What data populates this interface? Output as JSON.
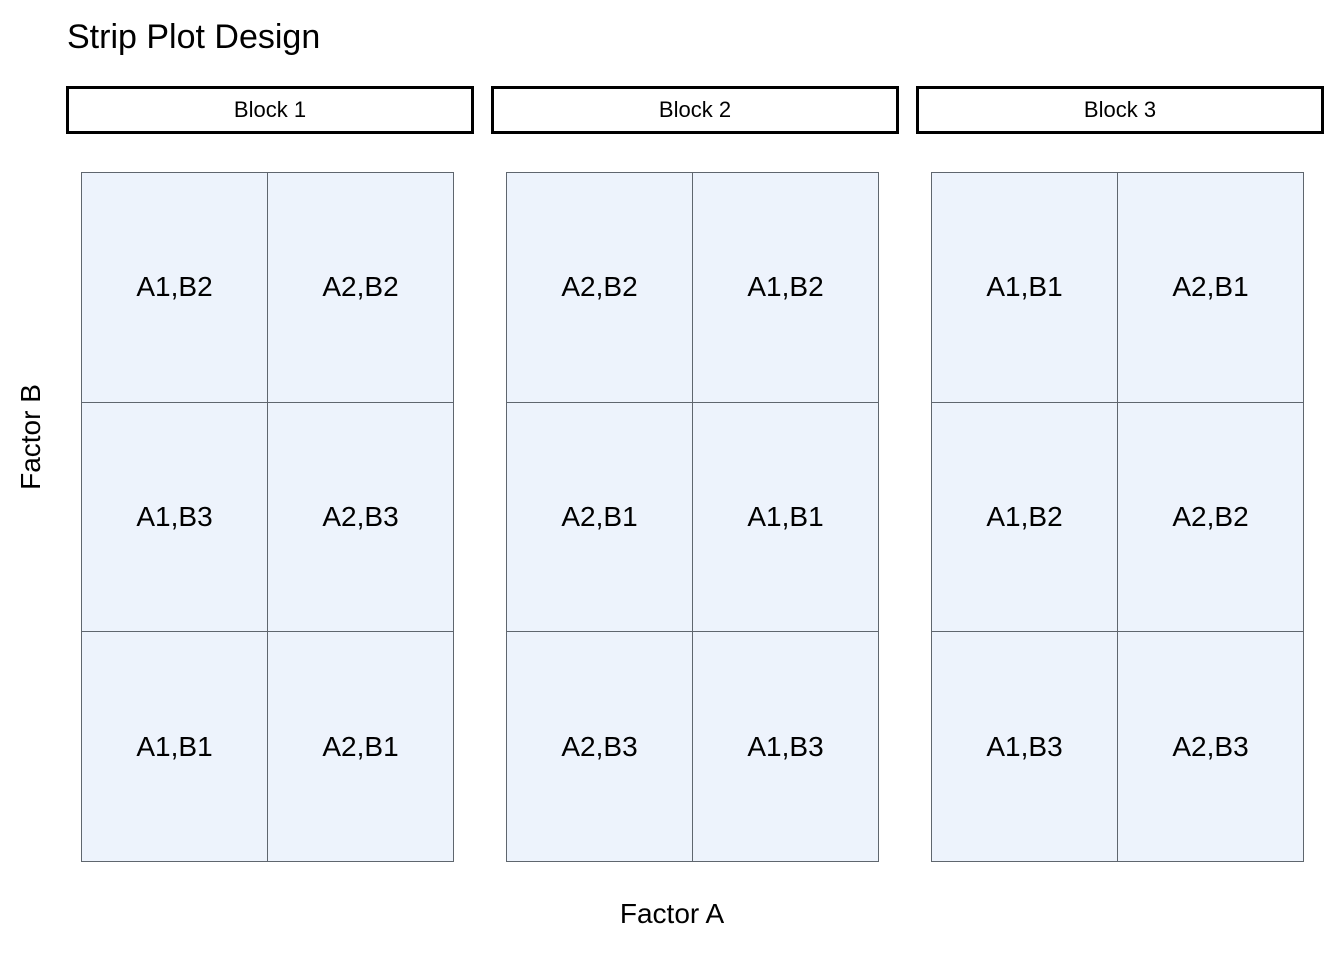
{
  "title": "Strip Plot Design",
  "axes": {
    "x_label": "Factor A",
    "y_label": "Factor B"
  },
  "colors": {
    "cell_fill": "#edf3fc",
    "cell_border": "#5f666e",
    "header_border": "#000000",
    "header_fill": "#ffffff",
    "text": "#000000",
    "background": "#ffffff"
  },
  "blocks": [
    {
      "header": "Block 1",
      "rows": [
        {
          "cells": [
            {
              "label": "A1,B2"
            },
            {
              "label": "A2,B2"
            }
          ]
        },
        {
          "cells": [
            {
              "label": "A1,B3"
            },
            {
              "label": "A2,B3"
            }
          ]
        },
        {
          "cells": [
            {
              "label": "A1,B1"
            },
            {
              "label": "A2,B1"
            }
          ]
        }
      ]
    },
    {
      "header": "Block 2",
      "rows": [
        {
          "cells": [
            {
              "label": "A2,B2"
            },
            {
              "label": "A1,B2"
            }
          ]
        },
        {
          "cells": [
            {
              "label": "A2,B1"
            },
            {
              "label": "A1,B1"
            }
          ]
        },
        {
          "cells": [
            {
              "label": "A2,B3"
            },
            {
              "label": "A1,B3"
            }
          ]
        }
      ]
    },
    {
      "header": "Block 3",
      "rows": [
        {
          "cells": [
            {
              "label": "A1,B1"
            },
            {
              "label": "A2,B1"
            }
          ]
        },
        {
          "cells": [
            {
              "label": "A1,B2"
            },
            {
              "label": "A2,B2"
            }
          ]
        },
        {
          "cells": [
            {
              "label": "A1,B3"
            },
            {
              "label": "A2,B3"
            }
          ]
        }
      ]
    }
  ],
  "chart_data": {
    "type": "table",
    "title": "Strip Plot Design",
    "xlabel": "Factor A",
    "ylabel": "Factor B",
    "grid": true,
    "legend": "none",
    "n_blocks": 3,
    "n_rows_per_block": 3,
    "n_cols_per_block": 2,
    "factor_a_levels": [
      "A1",
      "A2"
    ],
    "factor_b_levels": [
      "B1",
      "B2",
      "B3"
    ],
    "block_labels": [
      "Block 1",
      "Block 2",
      "Block 3"
    ],
    "cells": [
      {
        "block": "Block 1",
        "row": 1,
        "col": 1,
        "label": "A1,B2",
        "factor_a": "A1",
        "factor_b": "B2"
      },
      {
        "block": "Block 1",
        "row": 1,
        "col": 2,
        "label": "A2,B2",
        "factor_a": "A2",
        "factor_b": "B2"
      },
      {
        "block": "Block 1",
        "row": 2,
        "col": 1,
        "label": "A1,B3",
        "factor_a": "A1",
        "factor_b": "B3"
      },
      {
        "block": "Block 1",
        "row": 2,
        "col": 2,
        "label": "A2,B3",
        "factor_a": "A2",
        "factor_b": "B3"
      },
      {
        "block": "Block 1",
        "row": 3,
        "col": 1,
        "label": "A1,B1",
        "factor_a": "A1",
        "factor_b": "B1"
      },
      {
        "block": "Block 1",
        "row": 3,
        "col": 2,
        "label": "A2,B1",
        "factor_a": "A2",
        "factor_b": "B1"
      },
      {
        "block": "Block 2",
        "row": 1,
        "col": 1,
        "label": "A2,B2",
        "factor_a": "A2",
        "factor_b": "B2"
      },
      {
        "block": "Block 2",
        "row": 1,
        "col": 2,
        "label": "A1,B2",
        "factor_a": "A1",
        "factor_b": "B2"
      },
      {
        "block": "Block 2",
        "row": 2,
        "col": 1,
        "label": "A2,B1",
        "factor_a": "A2",
        "factor_b": "B1"
      },
      {
        "block": "Block 2",
        "row": 2,
        "col": 2,
        "label": "A1,B1",
        "factor_a": "A1",
        "factor_b": "B1"
      },
      {
        "block": "Block 2",
        "row": 3,
        "col": 1,
        "label": "A2,B3",
        "factor_a": "A2",
        "factor_b": "B3"
      },
      {
        "block": "Block 2",
        "row": 3,
        "col": 2,
        "label": "A1,B3",
        "factor_a": "A1",
        "factor_b": "B3"
      },
      {
        "block": "Block 3",
        "row": 1,
        "col": 1,
        "label": "A1,B1",
        "factor_a": "A1",
        "factor_b": "B1"
      },
      {
        "block": "Block 3",
        "row": 1,
        "col": 2,
        "label": "A2,B1",
        "factor_a": "A2",
        "factor_b": "B1"
      },
      {
        "block": "Block 3",
        "row": 2,
        "col": 1,
        "label": "A1,B2",
        "factor_a": "A1",
        "factor_b": "B2"
      },
      {
        "block": "Block 3",
        "row": 2,
        "col": 2,
        "label": "A2,B2",
        "factor_a": "A2",
        "factor_b": "B2"
      },
      {
        "block": "Block 3",
        "row": 3,
        "col": 1,
        "label": "A1,B3",
        "factor_a": "A1",
        "factor_b": "B3"
      },
      {
        "block": "Block 3",
        "row": 3,
        "col": 2,
        "label": "A2,B3",
        "factor_a": "A2",
        "factor_b": "B3"
      }
    ]
  }
}
